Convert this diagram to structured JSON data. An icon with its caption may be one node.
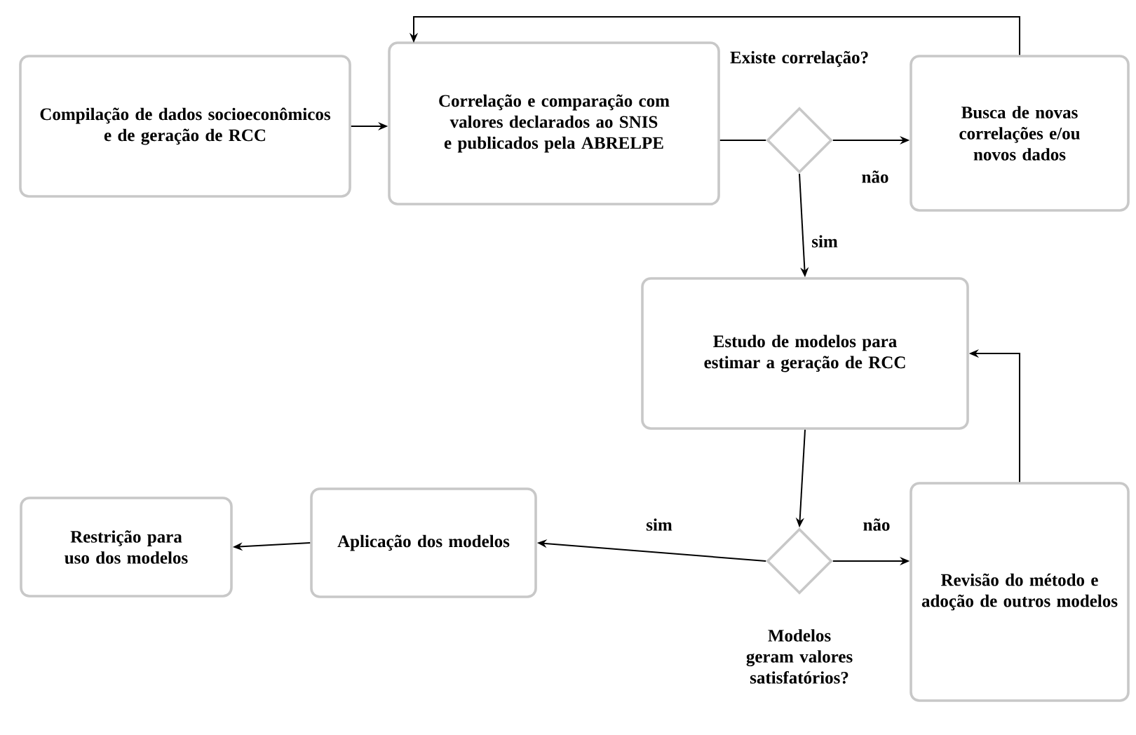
{
  "diagram": {
    "nodes": [
      {
        "text": [
          "Compilação de dados socioeconômicos e de geração de RCC"
        ]
      },
      {
        "text": [
          "Correlação e comparação com valores declarados ao SNIS e publicados pela ABRELPE"
        ]
      },
      {
        "text": [
          "Existe correlação?"
        ]
      },
      {
        "text": [
          "Busca de novas correlações e/ou novos dados"
        ]
      },
      {
        "text": [
          "Estudo de modelos para estimar a geração de RCC"
        ]
      },
      {
        "text": [
          "Modelos geram valores satisfatórios?"
        ]
      },
      {
        "text": [
          "Revisão do método e adoção de outros modelos"
        ]
      },
      {
        "text": [
          "Aplicação dos modelos"
        ]
      },
      {
        "text": [
          "Restrição para uso dos modelos"
        ]
      }
    ],
    "edges": [
      {
        "from": 0,
        "to": 1,
        "arrow": "to"
      },
      {
        "from": 1,
        "to": 2,
        "arrow": "none"
      },
      {
        "from": 2,
        "to": 3,
        "arrow": "to",
        "label": "não"
      },
      {
        "from": 3,
        "to": 1,
        "arrow": "to"
      },
      {
        "from": 2,
        "to": 4,
        "arrow": "to",
        "label": "sim"
      },
      {
        "from": 4,
        "to": 5,
        "arrow": "to"
      },
      {
        "from": 5,
        "to": 6,
        "arrow": "to",
        "label": "não"
      },
      {
        "from": 6,
        "to": 4,
        "arrow": "to"
      },
      {
        "from": 5,
        "to": 7,
        "arrow": "to",
        "label": "sim"
      },
      {
        "from": 7,
        "to": 8,
        "arrow": "to"
      }
    ]
  }
}
